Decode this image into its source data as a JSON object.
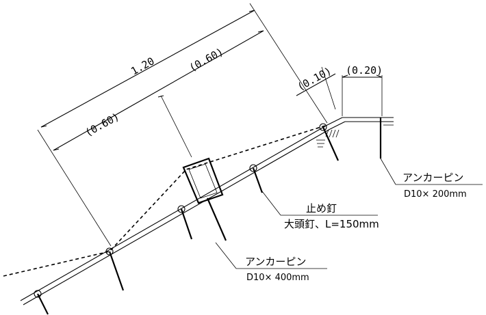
{
  "dimensions": {
    "overall": "1.20",
    "upper_spacing": "(0.60)",
    "lower_spacing": "(0.60)",
    "shoulder_offset": "(0.10)",
    "top_length": "(0.20)"
  },
  "labels": {
    "top_anchor": {
      "title": "アンカーピン",
      "spec": "D10× 200mm"
    },
    "stop_nail": {
      "title": "止め釘",
      "spec": "大頭釘、L=150mm"
    },
    "bottom_anchor": {
      "title": "アンカーピン",
      "spec": "D10× 400mm"
    }
  }
}
